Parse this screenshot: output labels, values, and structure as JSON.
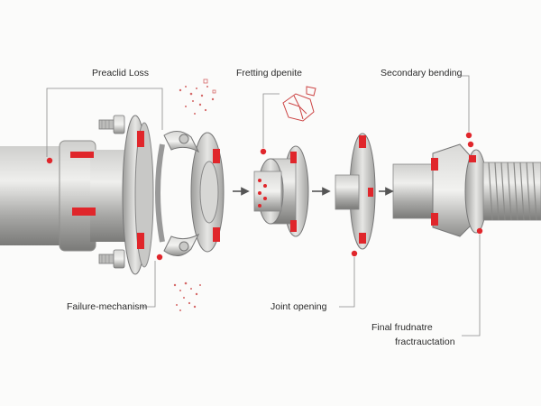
{
  "labels": {
    "preload_loss": "Preaclid Loss",
    "fretting": "Fretting dpenite",
    "secondary_bending": "Secondary bending",
    "failure_mechanism": "Failure-mechanism",
    "joint_opening": "Joint opening",
    "final_fracture_line1": "Final frudnatre",
    "final_fracture_line2": "fractrauctation"
  },
  "colors": {
    "metal_light": "#e4e4e2",
    "metal_mid": "#b9b9b7",
    "metal_dark": "#7c7c7a",
    "accent_red": "#e0262b",
    "leader_line": "#8a8a8a",
    "arrow": "#555555"
  },
  "icons": [
    "debris-particles-icon",
    "fretting-fragment-icon",
    "step-arrow-icon"
  ]
}
